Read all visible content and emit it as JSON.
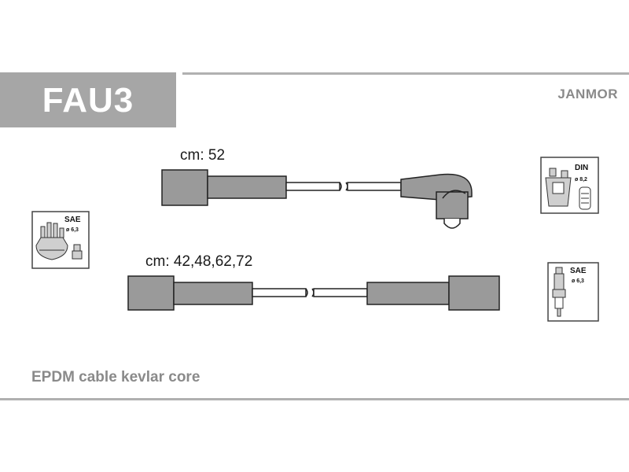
{
  "header": {
    "code": "FAU3",
    "brand": "JANMOR"
  },
  "cables": [
    {
      "length_label": "cm: 52"
    },
    {
      "length_label": "cm: 42,48,62,72"
    }
  ],
  "terminals": {
    "left": {
      "standard": "SAE",
      "diameter": "ø 6,3"
    },
    "right_top": {
      "standard": "DIN",
      "diameter": "ø 8,2"
    },
    "right_bottom": {
      "standard": "SAE",
      "diameter": "ø 6,3"
    }
  },
  "footer": {
    "description": "EPDM cable kevlar core"
  },
  "colors": {
    "accent_gray": "#a6a6a6",
    "connector_fill": "#9a9a9a",
    "line": "#222222"
  }
}
